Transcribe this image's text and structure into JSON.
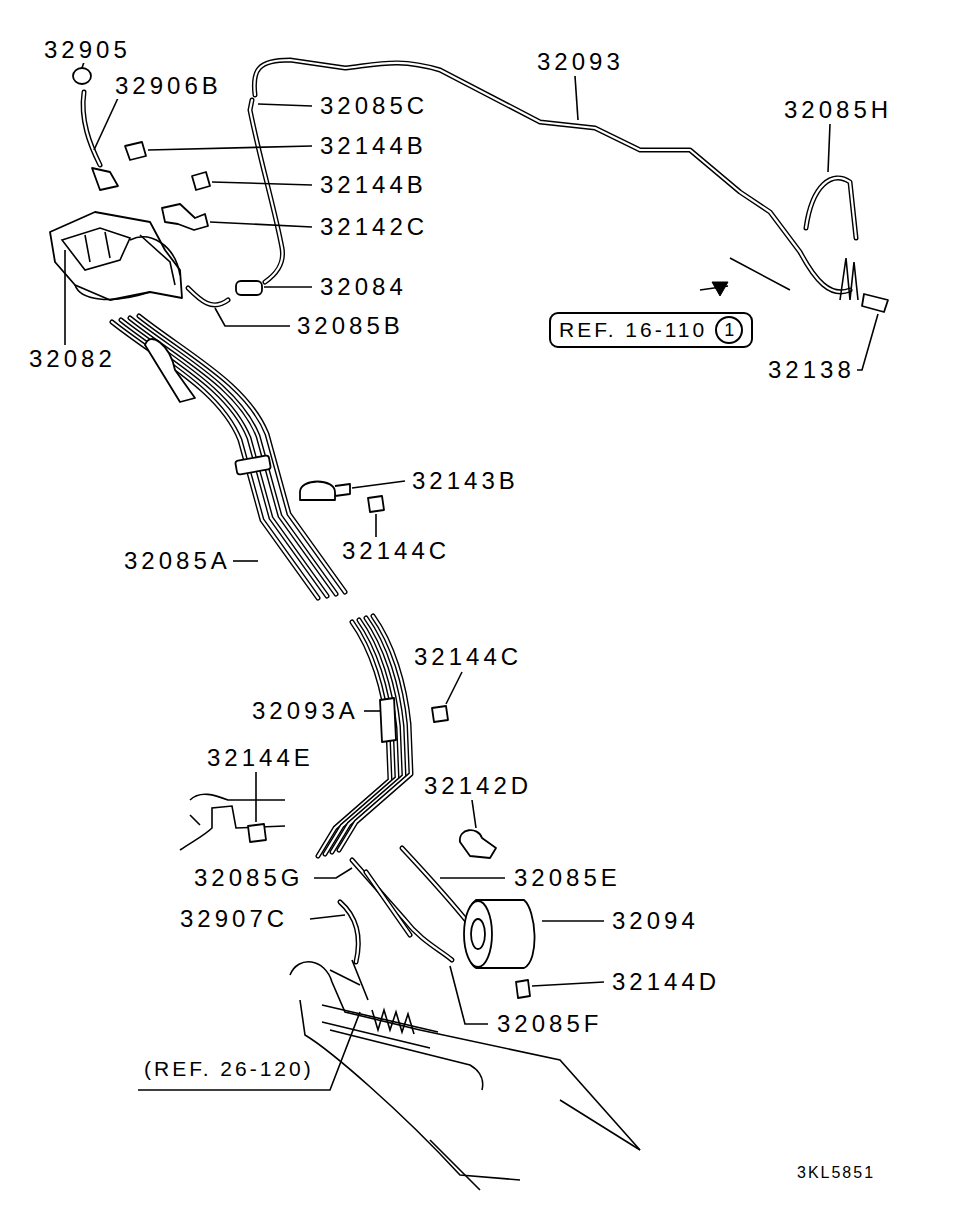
{
  "diagram": {
    "nodes": [
      {
        "text": [
          "REF. 16-110",
          "1"
        ]
      }
    ],
    "labels": [
      "32905",
      "32906B",
      "32085C",
      "32144B",
      "32144B",
      "32142C",
      "32084",
      "32085B",
      "32093",
      "32085H",
      "32138",
      "32082",
      "32143B",
      "32144C",
      "32085A",
      "32144C",
      "32093A",
      "32144E",
      "32142D",
      "32085G",
      "32085E",
      "32907C",
      "32094",
      "32144D",
      "32085F",
      "(REF. 26-120)",
      "3KL5851"
    ]
  }
}
